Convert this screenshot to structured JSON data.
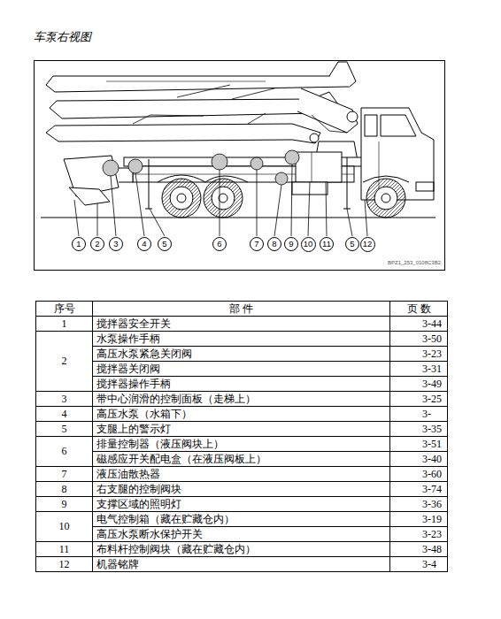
{
  "diagram": {
    "title": "车泵右视图",
    "nodes": [
      {
        "text": [
          "1"
        ]
      },
      {
        "text": [
          "2"
        ]
      },
      {
        "text": [
          "3"
        ]
      },
      {
        "text": [
          "4"
        ]
      },
      {
        "text": [
          "5"
        ]
      },
      {
        "text": [
          "6"
        ]
      },
      {
        "text": [
          "7"
        ]
      },
      {
        "text": [
          "8"
        ]
      },
      {
        "text": [
          "9"
        ]
      },
      {
        "text": [
          "10"
        ]
      },
      {
        "text": [
          "11"
        ]
      },
      {
        "text": [
          "5"
        ]
      },
      {
        "text": [
          "12"
        ]
      }
    ],
    "labels": [
      "序号",
      "部 件",
      "页 数",
      "1",
      "搅拌器安全开关",
      "3-44",
      "2",
      "水泵操作手柄",
      "3-50",
      "高压水泵紧急关闭阀",
      "3-23",
      "搅拌器关闭阀",
      "3-31",
      "搅拌器操作手柄",
      "3-49",
      "3",
      "带中心润滑的控制面板（走梯上）",
      "3-25",
      "4",
      "高压水泵（水箱下）",
      "3-",
      "5",
      "支腿上的警示灯",
      "3-35",
      "6",
      "排量控制器（液压阀块上）",
      "3-51",
      "磁感应开关配电盒（在液压阀板上）",
      "3-40",
      "7",
      "液压油散热器",
      "3-60",
      "8",
      "右支腿的控制阀块",
      "3-74",
      "9",
      "支撑区域的照明灯",
      "3-36",
      "10",
      "电气控制箱（藏在贮藏仓内）",
      "3-19",
      "高压水泵断水保护开关",
      "3-23",
      "11",
      "布料杆控制阀块（藏在贮藏仓内）",
      "3-48",
      "12",
      "机器铭牌",
      "3-4",
      "BPZ1_253_0108C3B2"
    ]
  }
}
